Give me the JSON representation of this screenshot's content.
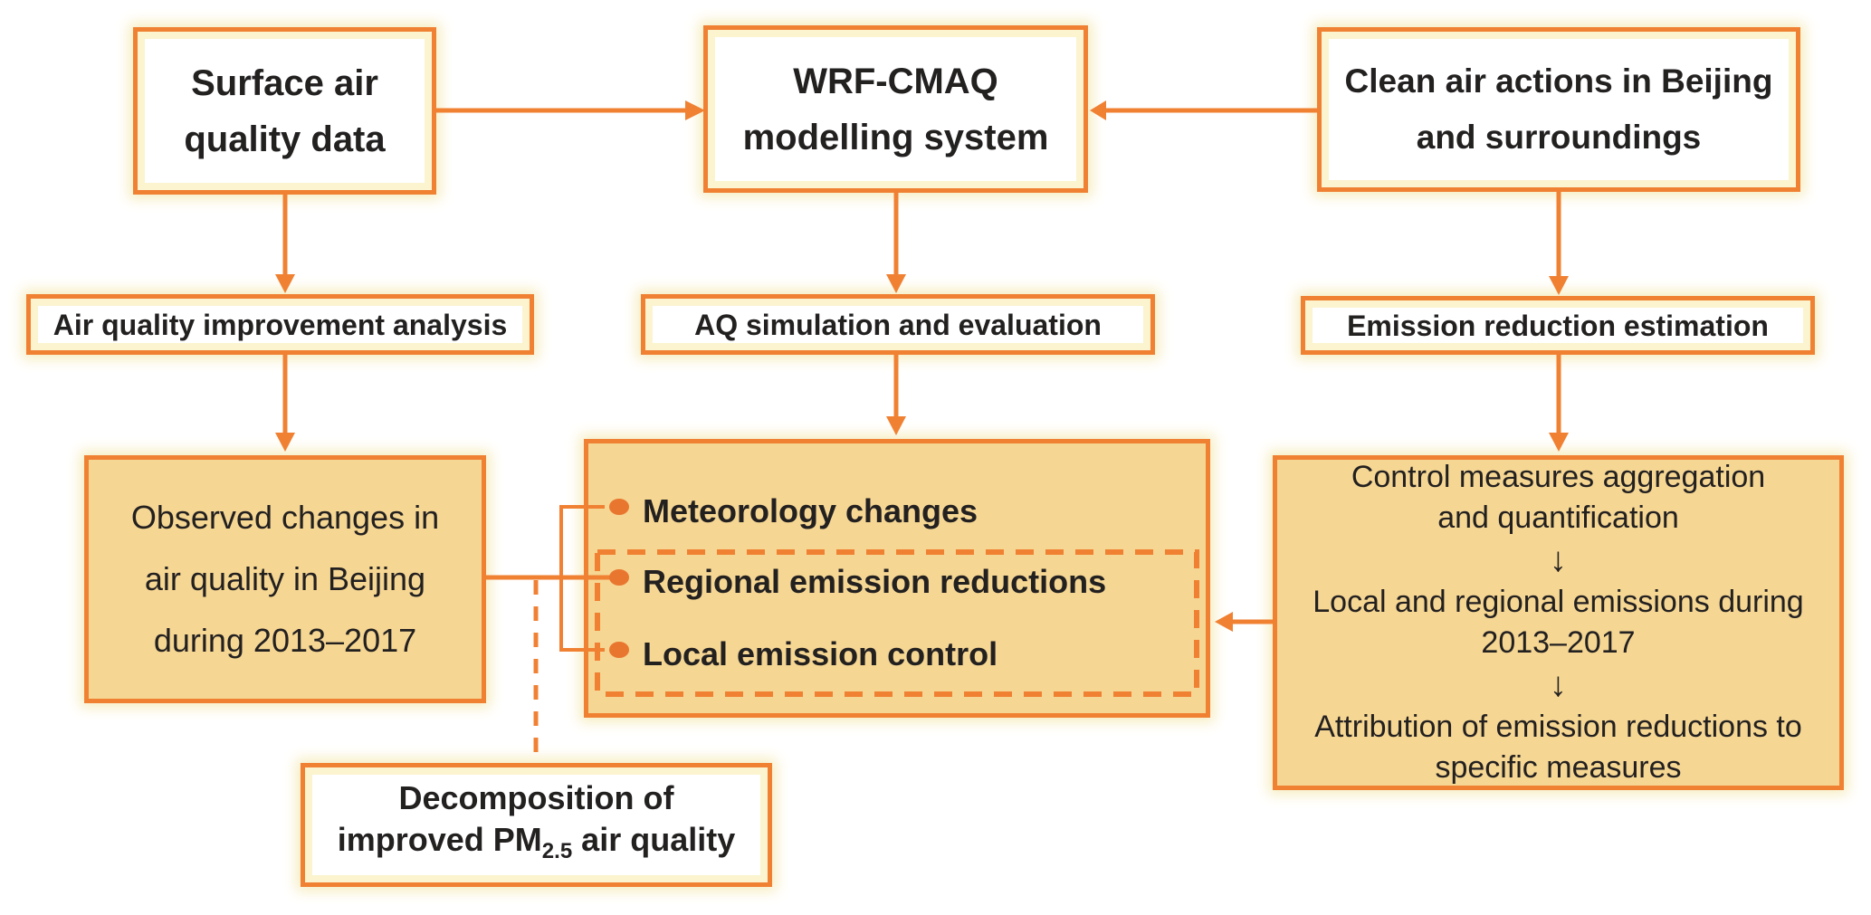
{
  "palette": {
    "orange": "#f08133",
    "tan_fill": "#f5d693",
    "cream_glow": "#fbf4cf",
    "bullet_orange": "#e9762f",
    "text_black": "#232020",
    "white": "#ffffff"
  },
  "nodes": {
    "surface": {
      "line1": "Surface air",
      "line2": "quality data"
    },
    "wrf": {
      "line1": "WRF-CMAQ",
      "line2": "modelling system"
    },
    "clean": {
      "line1": "Clean air actions in Beijing",
      "line2": "and surroundings"
    },
    "label_left": "Air quality improvement analysis",
    "label_center": "AQ simulation and evaluation",
    "label_right": "Emission reduction estimation",
    "observed": {
      "line1": "Observed changes in",
      "line2": "air quality in Beijing",
      "line3": "during 2013–2017"
    },
    "factors": {
      "item1": "Meteorology changes",
      "item2": "Regional emission reductions",
      "item3": "Local emission control"
    },
    "measures": {
      "step1_line1": "Control measures aggregation",
      "step1_line2": "and quantification",
      "step2_line1": "Local and regional emissions during",
      "step2_line2": "2013–2017",
      "step3_line1": "Attribution of emission reductions to",
      "step3_line2": "specific measures",
      "arrow_glyph": "↓"
    },
    "decomposition": {
      "line1": "Decomposition of",
      "line2_pre": "improved PM",
      "line2_sub": "2.5",
      "line2_post": " air quality"
    }
  }
}
